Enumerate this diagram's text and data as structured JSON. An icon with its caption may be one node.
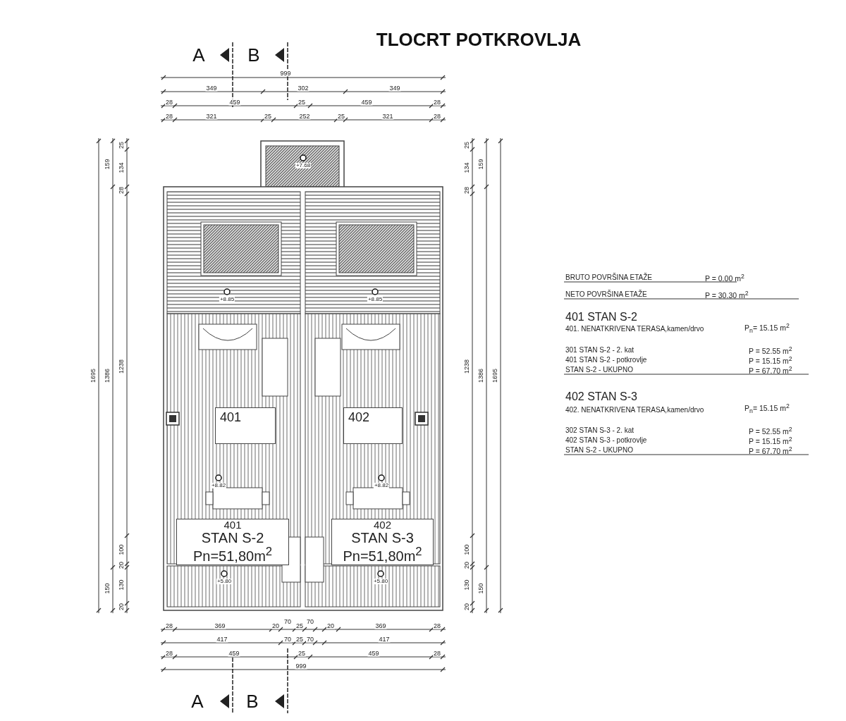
{
  "diagram": {
    "title": "TLOCRT POTKROVLJA",
    "nodes": [
      {
        "text": [
          "401",
          "STAN S-2",
          "Pn=51,80m$^{2}$"
        ]
      },
      {
        "text": [
          "402",
          "STAN S-3",
          "Pn=51,80m$^{2}$"
        ]
      },
      {
        "text": [
          "401"
        ]
      },
      {
        "text": [
          "402"
        ]
      }
    ],
    "labels": [
      "A",
      "B",
      "999",
      "349",
      "302",
      "349",
      "28",
      "459",
      "25",
      "459",
      "28",
      "28",
      "321",
      "25",
      "252",
      "25",
      "321",
      "28",
      "1695",
      "159",
      "1386",
      "150",
      "25",
      "134",
      "28",
      "1238",
      "100",
      "20",
      "130",
      "20",
      "25",
      "134",
      "28",
      "1238",
      "100",
      "20",
      "130",
      "20",
      "159",
      "1386",
      "150",
      "1695",
      "+7.68",
      "+8.85",
      "+8.85",
      "+8.82",
      "+8.82",
      "+5.80",
      "+5.80",
      "28",
      "369",
      "20",
      "70",
      "25",
      "70",
      "20",
      "369",
      "28",
      "417",
      "70",
      "25",
      "70",
      "417",
      "28",
      "459",
      "25",
      "459",
      "28",
      "999",
      "A",
      "B",
      "BRUTO POVRŠINA ETAŽE",
      "P = 0.00 m$^{2}$",
      "NETO POVRŠINA ETAŽE",
      "P = 30.30 m$^{2}$",
      "401 STAN S-2",
      "401. NENATKRIVENA TERASA,kamen/drvo",
      "P$_{n}$= 15.15 m$^{2}$",
      "301 STAN S-2 - 2. kat",
      "P = 52.55 m$^{2}$",
      "401 STAN S-2 - potkrovlje",
      "P = 15.15 m$^{2}$",
      "STAN S-2 - UKUPNO",
      "P = 67.70 m$^{2}$",
      "402 STAN S-3",
      "402. NENATKRIVENA TERASA,kamen/drvo",
      "P$_{n}$= 15.15 m$^{2}$",
      "302 STAN S-3 - 2. kat",
      "P = 52.55 m$^{2}$",
      "402 STAN S-3 - potkrovlje",
      "P = 15.15 m$^{2}$",
      "STAN S-2 - UKUPNO",
      "P = 67.70 m$^{2}$"
    ]
  }
}
